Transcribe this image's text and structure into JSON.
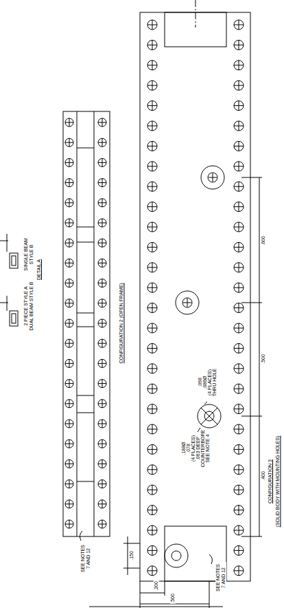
{
  "diagram": {
    "labels": [
      "2 PIECE STYLE A",
      "DUAL BEAM STYLE B",
      "SINGLE BEAM",
      "STYLE B",
      "DETAIL A",
      "CONFIGURATION 2 (OPEN FRAME)",
      "SEE NOTES 7 AND 12",
      ".150",
      ".200",
      ".500",
      "SEE NOTES 7 AND 12",
      ".188Ø",
      ".078",
      "(4 PLACES)",
      ".063 DEEP",
      "COUNTERBORE",
      "SEE NOTE 4",
      ".098",
      ".086Ø",
      "(4 PLACES)",
      "THRU HOLE",
      ".400",
      ".500",
      ".600",
      "CONFIGURATION 3",
      "(SOLID BODY WITH MOUNTING HOLES)"
    ]
  }
}
